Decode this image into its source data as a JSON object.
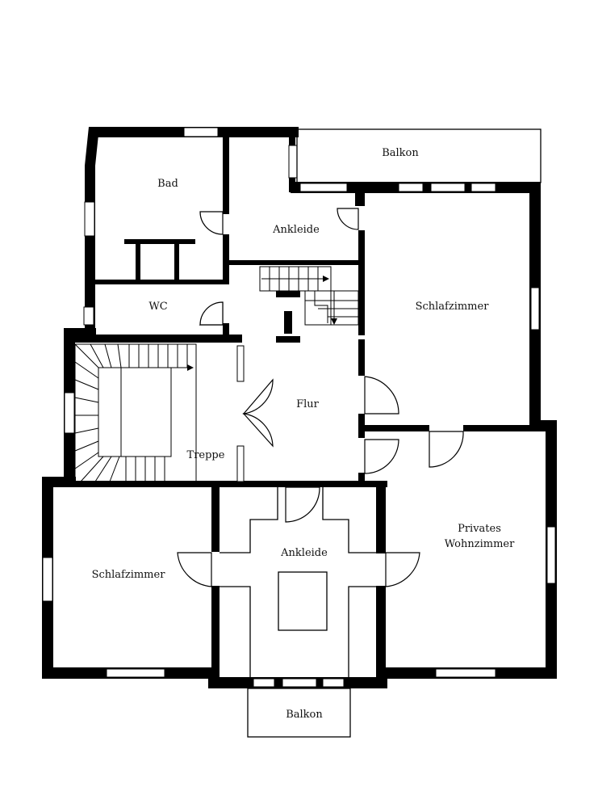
{
  "floor_plan": {
    "rooms": {
      "bad": "Bad",
      "balkon_top": "Balkon",
      "ankleide_top": "Ankleide",
      "wc": "WC",
      "schlafzimmer_right": "Schlafzimmer",
      "flur": "Flur",
      "treppe": "Treppe",
      "privates_wohnzimmer": [
        "Privates",
        "Wohnzimmer"
      ],
      "ankleide_bottom": "Ankleide",
      "schlafzimmer_left": "Schlafzimmer",
      "balkon_bottom": "Balkon"
    },
    "colors": {
      "wall": "#000000",
      "background": "#ffffff"
    }
  }
}
